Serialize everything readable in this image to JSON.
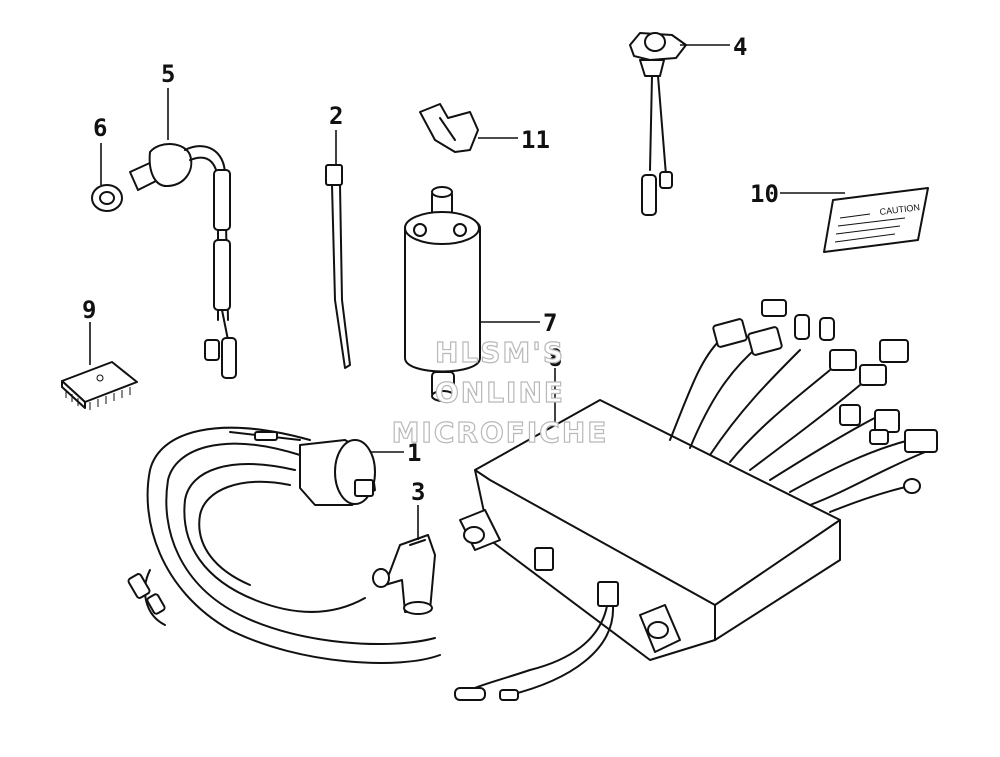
{
  "callouts": {
    "c1": "1",
    "c2": "2",
    "c3": "3",
    "c4": "4",
    "c5": "5",
    "c6": "6",
    "c7": "7",
    "c8": "8",
    "c9": "9",
    "c10": "10",
    "c11": "11"
  },
  "caution_label": "CAUTION",
  "watermark": {
    "line1": "HLSM'S",
    "line2": "ONLINE",
    "line3": "MICROFICHE"
  }
}
